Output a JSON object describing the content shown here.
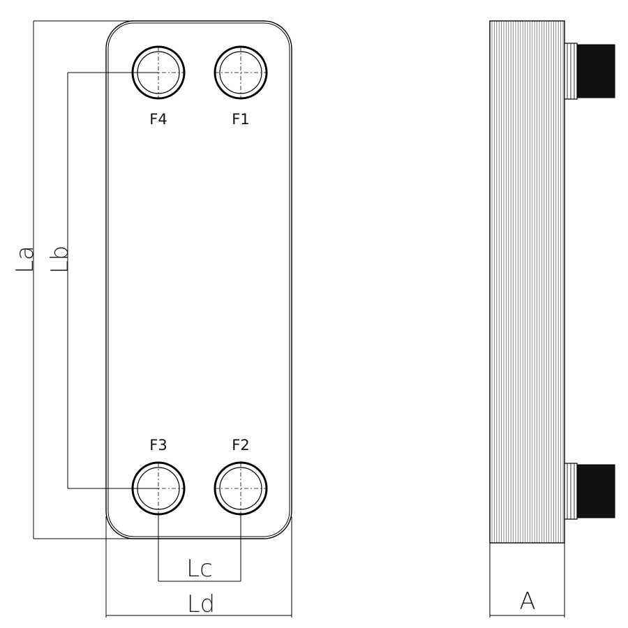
{
  "ports": {
    "f4": "F4",
    "f1": "F1",
    "f3": "F3",
    "f2": "F2"
  },
  "dimensions": {
    "la": "La",
    "lb": "Lb",
    "lc": "Lc",
    "ld": "Ld",
    "a": "A"
  },
  "colors": {
    "line": "#000000",
    "connector": "#111111"
  }
}
